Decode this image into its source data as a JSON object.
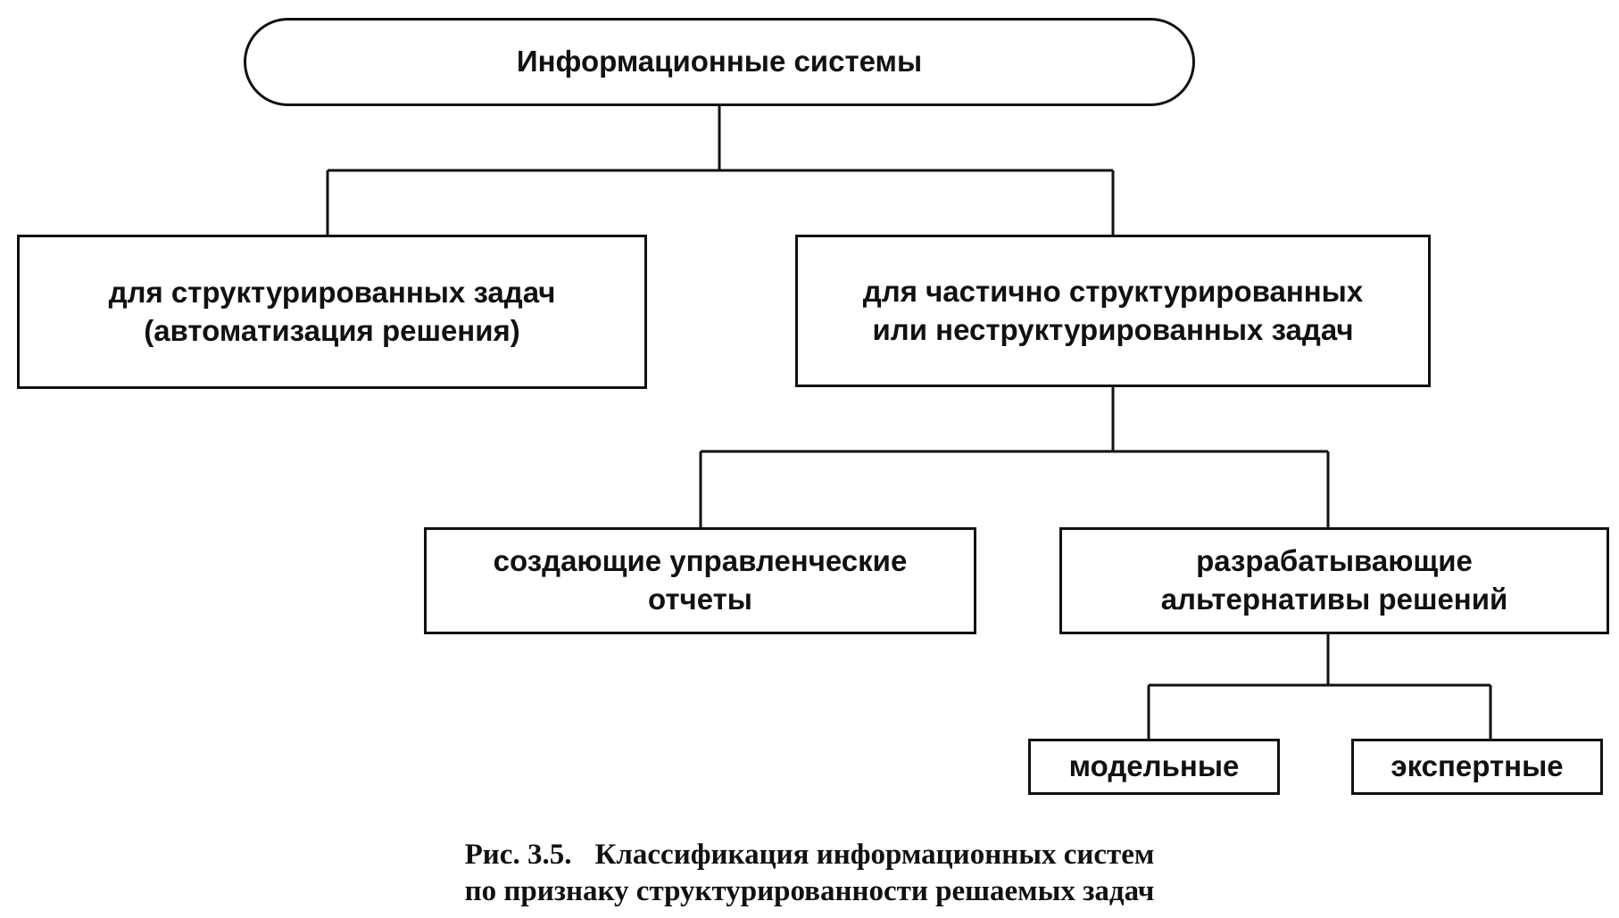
{
  "diagram": {
    "root": {
      "label": "Информационные  системы"
    },
    "structured": {
      "line1": "для структурированных задач",
      "line2": "(автоматизация решения)"
    },
    "semi_structured": {
      "line1": "для частично структурированных",
      "line2": "или неструктурированных  задач"
    },
    "reports": {
      "line1": "создающие управленческие",
      "line2": "отчеты"
    },
    "alternatives": {
      "line1": "разрабатывающие",
      "line2": "альтернативы решений"
    },
    "model": {
      "label": "модельные"
    },
    "expert": {
      "label": "экспертные"
    }
  },
  "caption": {
    "number": "Рис. 3.5.",
    "line1": "Классификация информационных систем",
    "line2": "по признаку структурированности решаемых задач"
  }
}
